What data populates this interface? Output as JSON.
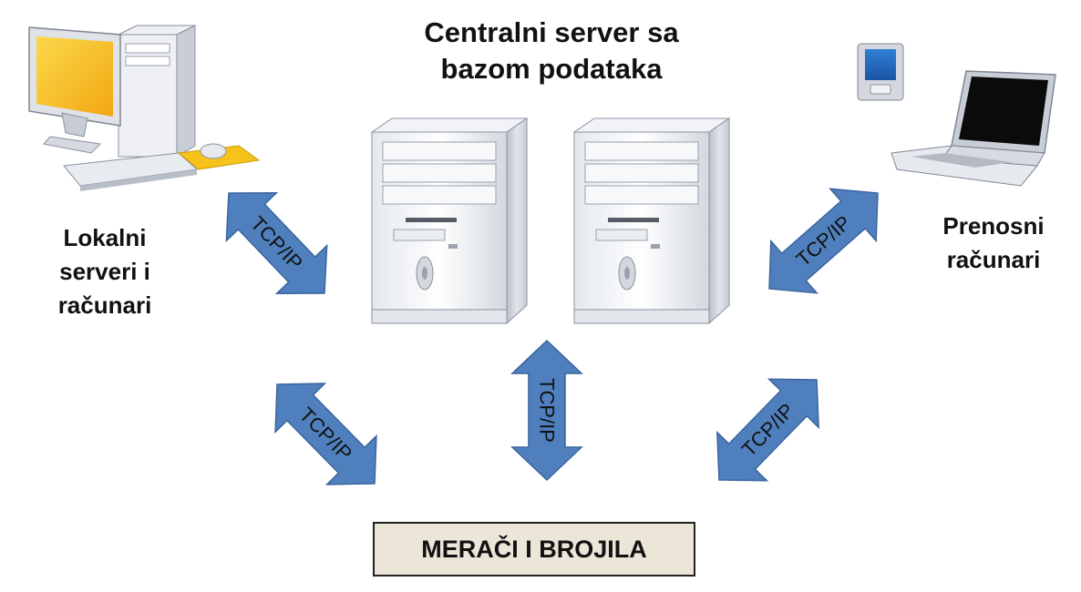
{
  "title_lines": [
    "Centralni server sa",
    "bazom podataka"
  ],
  "left_label_lines": [
    "Lokalni",
    "serveri i",
    "računari"
  ],
  "right_label_lines": [
    "Prenosni",
    "računari"
  ],
  "bottom_box": "MERAČI I BROJILA",
  "connections": [
    {
      "id": "desktop-to-server",
      "label": "TCP/IP"
    },
    {
      "id": "laptop-to-server",
      "label": "TCP/IP"
    },
    {
      "id": "meters-to-desktop",
      "label": "TCP/IP"
    },
    {
      "id": "meters-to-server",
      "label": "TCP/IP"
    },
    {
      "id": "meters-to-laptop",
      "label": "TCP/IP"
    }
  ],
  "colors": {
    "arrow_fill": "#4f80bd",
    "arrow_stroke": "#3a64a0",
    "box_fill": "#ece6d9",
    "monitor_screen": "#f7c21a"
  }
}
